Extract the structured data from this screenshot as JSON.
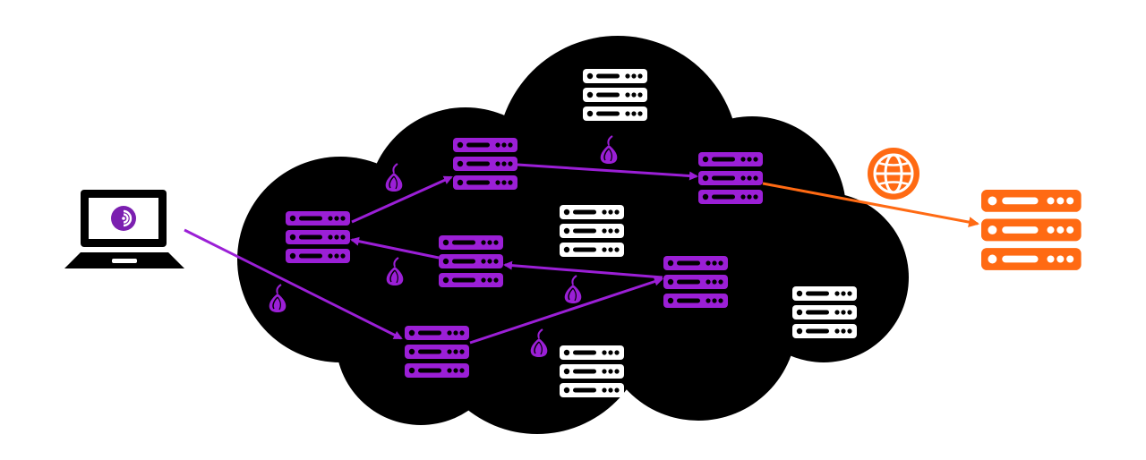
{
  "colors": {
    "cloud": "#000000",
    "relay": "#9b1fd6",
    "idle": "#ffffff",
    "destination": "#ff6a13",
    "onion": "#9b1fd6",
    "background": "#ffffff"
  },
  "client": {
    "device": "laptop-icon",
    "app_icon": "tor-browser-icon"
  },
  "destination": {
    "icon": "server-icon",
    "network_icon": "globe-icon"
  },
  "relays": [
    {
      "id": "r1",
      "kind": "relay"
    },
    {
      "id": "r2",
      "kind": "relay"
    },
    {
      "id": "r3",
      "kind": "relay"
    },
    {
      "id": "r4",
      "kind": "relay"
    },
    {
      "id": "r5",
      "kind": "relay"
    },
    {
      "id": "r6",
      "kind": "relay"
    },
    {
      "id": "i1",
      "kind": "idle"
    },
    {
      "id": "i2",
      "kind": "idle"
    },
    {
      "id": "i3",
      "kind": "idle"
    },
    {
      "id": "i4",
      "kind": "idle"
    }
  ],
  "circuits": [
    {
      "from": "client",
      "to": "r4",
      "color": "relay"
    },
    {
      "from": "r4",
      "to": "r6",
      "color": "relay"
    },
    {
      "from": "r6",
      "to": "r5",
      "color": "relay"
    },
    {
      "from": "r5",
      "to": "r1",
      "color": "relay"
    },
    {
      "from": "r1",
      "to": "r2",
      "color": "relay"
    },
    {
      "from": "r2",
      "to": "r3",
      "color": "relay"
    },
    {
      "from": "r3",
      "to": "destination",
      "color": "destination"
    }
  ]
}
